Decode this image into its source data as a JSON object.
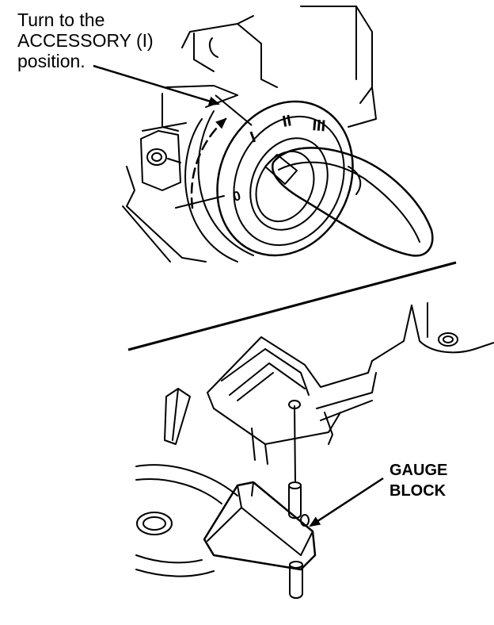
{
  "callouts": {
    "top": {
      "line1": "Turn to the",
      "line2": "ACCESSORY (I)",
      "line3": "position."
    },
    "bottom": {
      "line1": "GAUGE",
      "line2": "BLOCK"
    }
  },
  "switch_markings": {
    "off": "0",
    "acc": "I",
    "on": "II",
    "start": "III"
  },
  "icons": [
    "ignition-switch-illustration",
    "gauge-block-illustration",
    "rotation-arrow-icon"
  ],
  "colors": {
    "ink": "#000000",
    "paper": "#ffffff"
  }
}
